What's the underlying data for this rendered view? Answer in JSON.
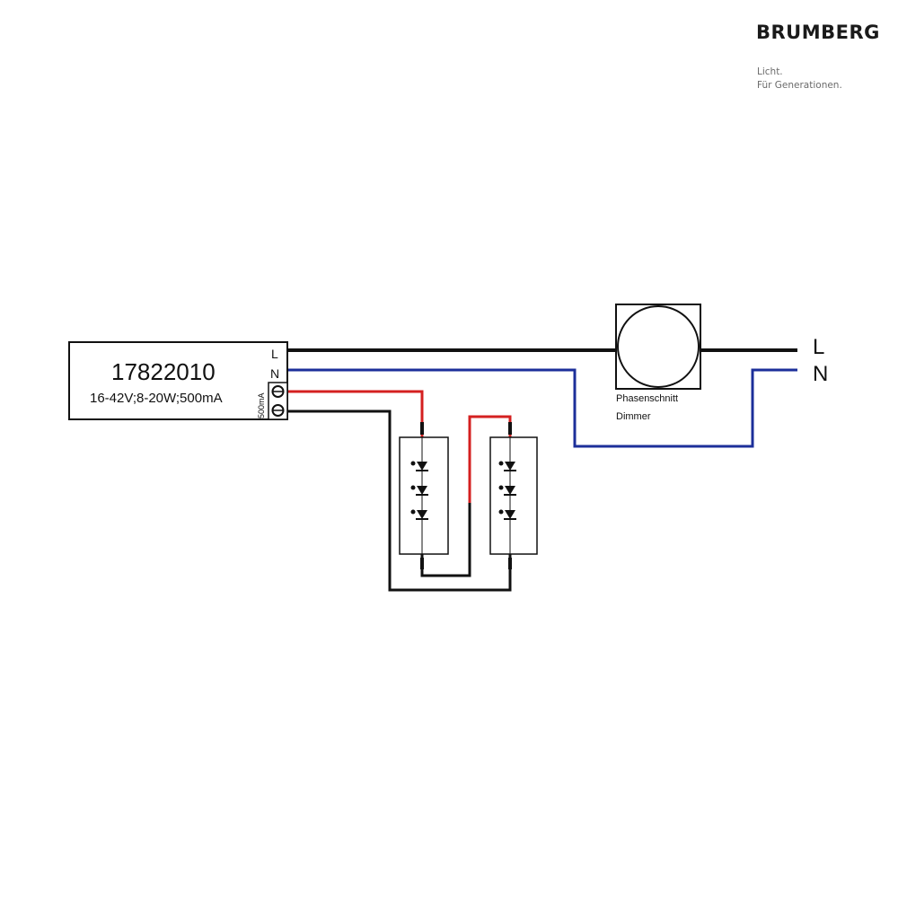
{
  "logo": {
    "brand": "BRUMBERG",
    "tagline_1": "Licht.",
    "tagline_2": "Für Generationen."
  },
  "driver": {
    "model": "17822010",
    "spec": "16-42V;8-20W;500mA",
    "terminal_L": "L",
    "terminal_N": "N",
    "output_label": "500mA"
  },
  "dimmer": {
    "line1": "Phasenschnitt",
    "line2": "Dimmer"
  },
  "mains": {
    "L": "L",
    "N": "N"
  },
  "colors": {
    "line_wire": "#111111",
    "neutral_wire": "#1c2f9a",
    "positive_wire": "#d42020",
    "negative_wire": "#111111"
  }
}
